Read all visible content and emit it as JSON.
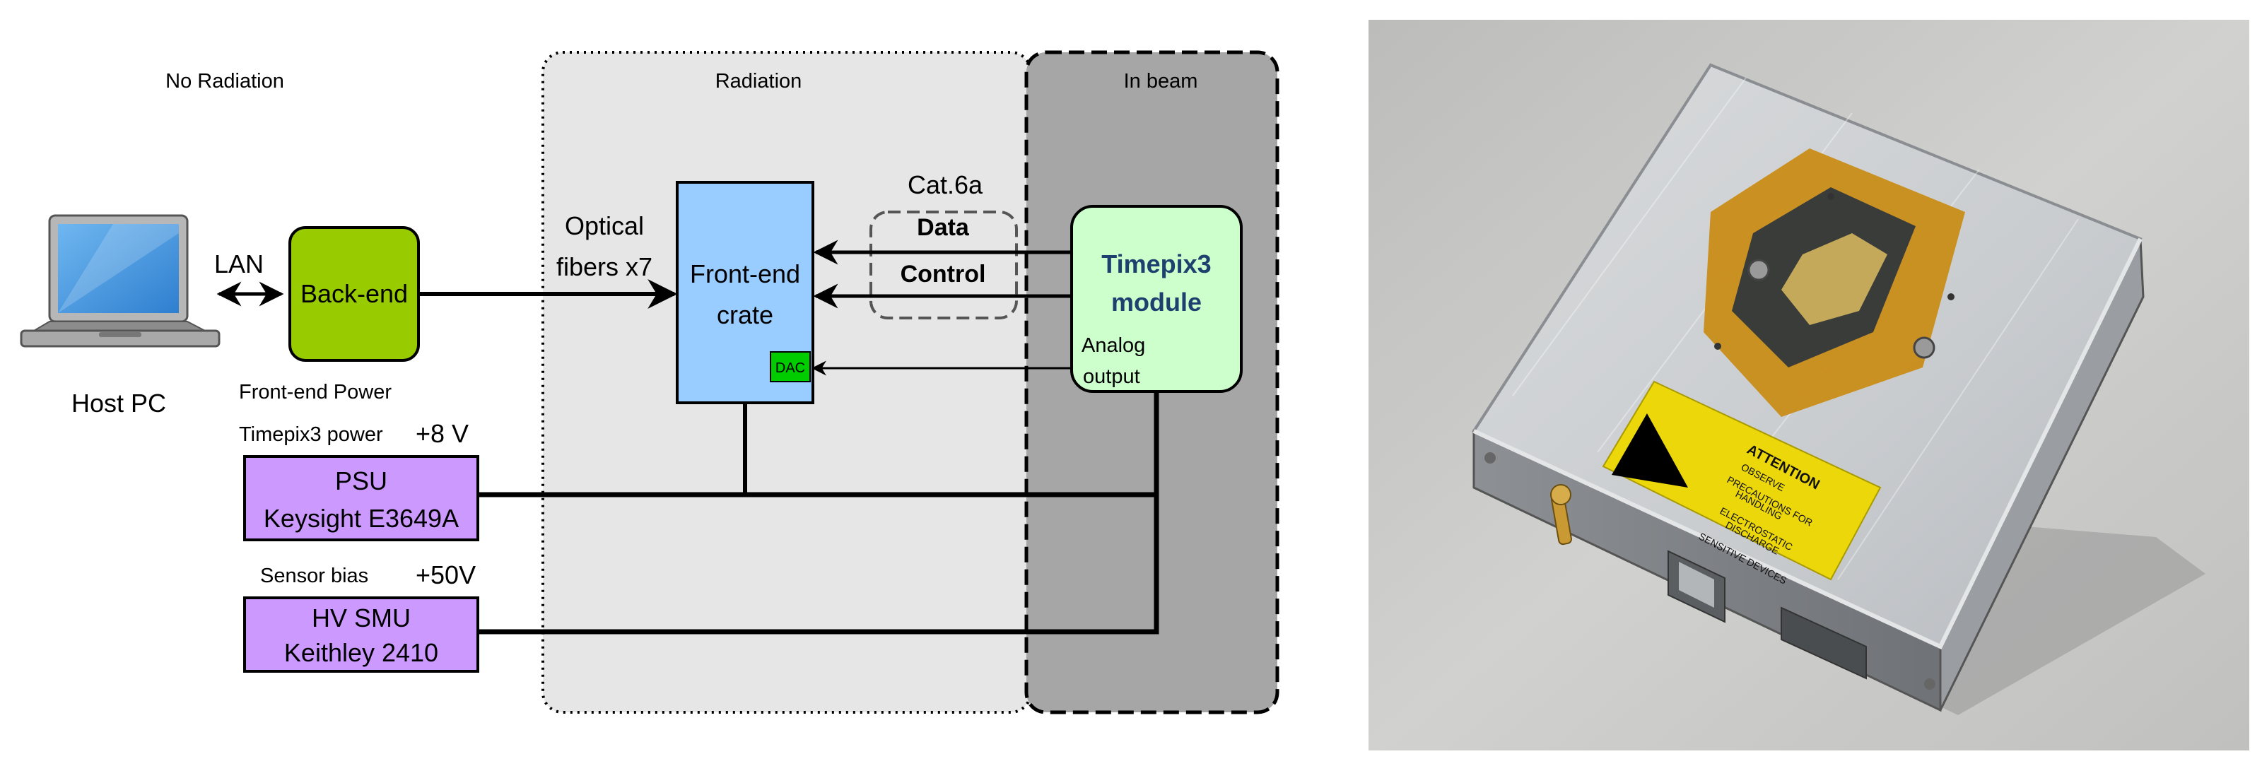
{
  "zones": {
    "no_radiation": "No Radiation",
    "radiation": "Radiation",
    "in_beam": "In beam"
  },
  "host_pc": {
    "label": "Host PC"
  },
  "lan": {
    "label": "LAN"
  },
  "back_end": {
    "label": "Back-end"
  },
  "optical": {
    "line1": "Optical",
    "line2": "fibers x7"
  },
  "front_end_crate": {
    "line1": "Front-end",
    "line2": "crate",
    "dac": "DAC"
  },
  "cat6a": {
    "label": "Cat.6a",
    "data": "Data",
    "control": "Control"
  },
  "timepix3_module": {
    "line1": "Timepix3",
    "line2": "module",
    "analog1": "Analog",
    "analog2": "output"
  },
  "front_end_power": {
    "label": "Front-end Power"
  },
  "psu": {
    "title": "Timepix3 power",
    "voltage": "+8 V",
    "line1": "PSU",
    "line2": "Keysight E3649A"
  },
  "hv_smu": {
    "title": "Sensor bias",
    "voltage": "+50V",
    "line1": "HV SMU",
    "line2": "Keithley 2410"
  },
  "photo": {
    "label_lines": [
      "ATTENTION",
      "OBSERVE",
      "PRECAUTIONS FOR",
      "HANDLING",
      "ELECTROSTATIC",
      "DISCHARGE",
      "SENSITIVE DEVICES"
    ]
  },
  "colors": {
    "back_end": "#99cc00",
    "front_end_crate": "#99ccff",
    "dac": "#00cc00",
    "timepix3_module": "#ccffcc",
    "timepix3_text": "#1f3f6e",
    "power_boxes": "#cc99ff",
    "radiation_zone": "#e6e6e6",
    "in_beam_zone": "#a6a6a6"
  }
}
